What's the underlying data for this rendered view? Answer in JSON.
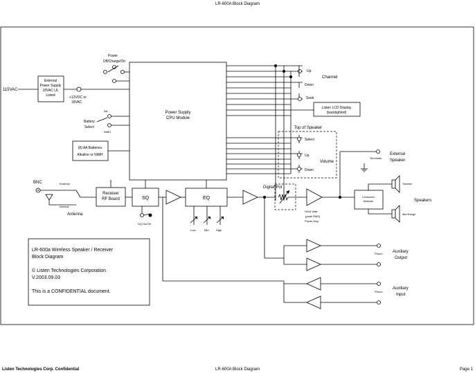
{
  "page": {
    "header": "LR-600A Block Diagram",
    "footer_left": "Listen Technologies Corp. Confidential",
    "footer_center": "LR-600A Block Diagram",
    "footer_right": "Page 1"
  },
  "labels": {
    "vac": "115VAC",
    "ext_supply": [
      "External",
      "Power Supply",
      "18VAC UL",
      "Listed"
    ],
    "vdc": [
      "+12VDC or",
      "18VAC"
    ],
    "power_title": "Power",
    "power_modes": "Off/Charge/On",
    "alk": "Alk",
    "nimh": "NiMH",
    "battery_select": [
      "Battery",
      "Select"
    ],
    "batteries": [
      "(8) AA Batteries",
      "Alkaline or NiMH"
    ],
    "psu": [
      "Power Supply",
      "CPU Module"
    ],
    "up": "Up",
    "down": "Down",
    "channel": "Channel",
    "seek": "Seek",
    "lcd": [
      "Listen LCD Display",
      "(backlighted)"
    ],
    "top_of_speaker": "Top of Speaker",
    "select": "Select",
    "up2": "Up",
    "volume": "Volume",
    "down2": "Down",
    "bnc": "BNC",
    "external_ant": "External",
    "internal_ant": "Internal",
    "antenna": "Antenna",
    "receiver": [
      "Receiver",
      "RF Board"
    ],
    "sq": "SQ",
    "sq_onoff": "SQ On/Off",
    "eq": "EQ",
    "low": "Low",
    "mid": "Mid",
    "high": "High",
    "digital_pot": "Digital Pot",
    "amp": [
      "Hi/18 Watt",
      "(peak RMS)",
      "Power Amp"
    ],
    "terminals": "Terminals",
    "ext_speaker": [
      "External",
      "Speaker"
    ],
    "crossover": [
      "Crossover",
      "Network"
    ],
    "tweeter": "Tweeter",
    "speakers": "Speakers",
    "midrange": "Mid Range",
    "phono_out": "Phono",
    "aux_output": [
      "Auxiliary",
      "Output"
    ],
    "phono_in": "Phono",
    "aux_input": [
      "Auxiliary",
      "Input"
    ]
  },
  "info": {
    "title": "LR-600a Wireless Speaker / Receiver",
    "subtitle": "Block Diagram",
    "copyright": "© Listen Technologies Corporation",
    "version": "V.2003.09.03",
    "confidential": "This is a CONFIDENTIAL document."
  }
}
